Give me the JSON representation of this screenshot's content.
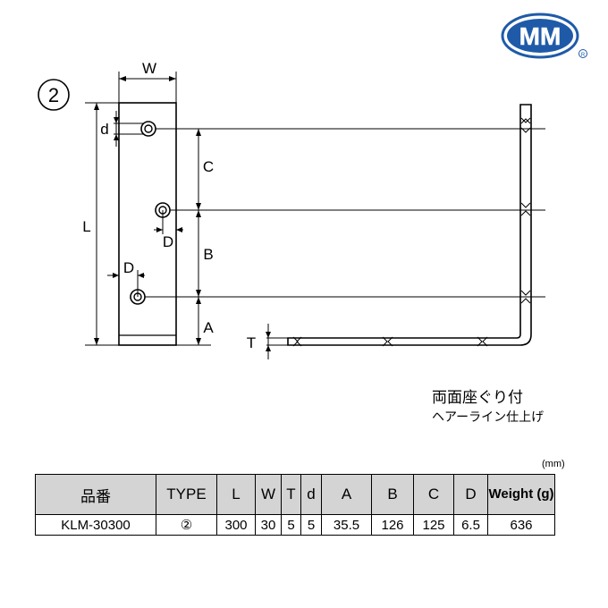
{
  "brand": {
    "logo_text": "MM",
    "registered_mark": "R",
    "logo_color": "#1f5aa8"
  },
  "type_marker": "②",
  "dimensions": {
    "W": "W",
    "L": "L",
    "d": "d",
    "C": "C",
    "B": "B",
    "A": "A",
    "D_upper": "D",
    "D_lower": "D",
    "T": "T"
  },
  "notes": {
    "finish_line1": "両面座ぐり付",
    "finish_line2": "ヘアーライン仕上げ"
  },
  "table": {
    "unit": "(mm)",
    "headers": [
      "品番",
      "TYPE",
      "L",
      "W",
      "T",
      "d",
      "A",
      "B",
      "C",
      "D",
      "Weight (g)"
    ],
    "rows": [
      [
        "KLM-30300",
        "②",
        "300",
        "30",
        "5",
        "5",
        "35.5",
        "126",
        "125",
        "6.5",
        "636"
      ]
    ]
  }
}
